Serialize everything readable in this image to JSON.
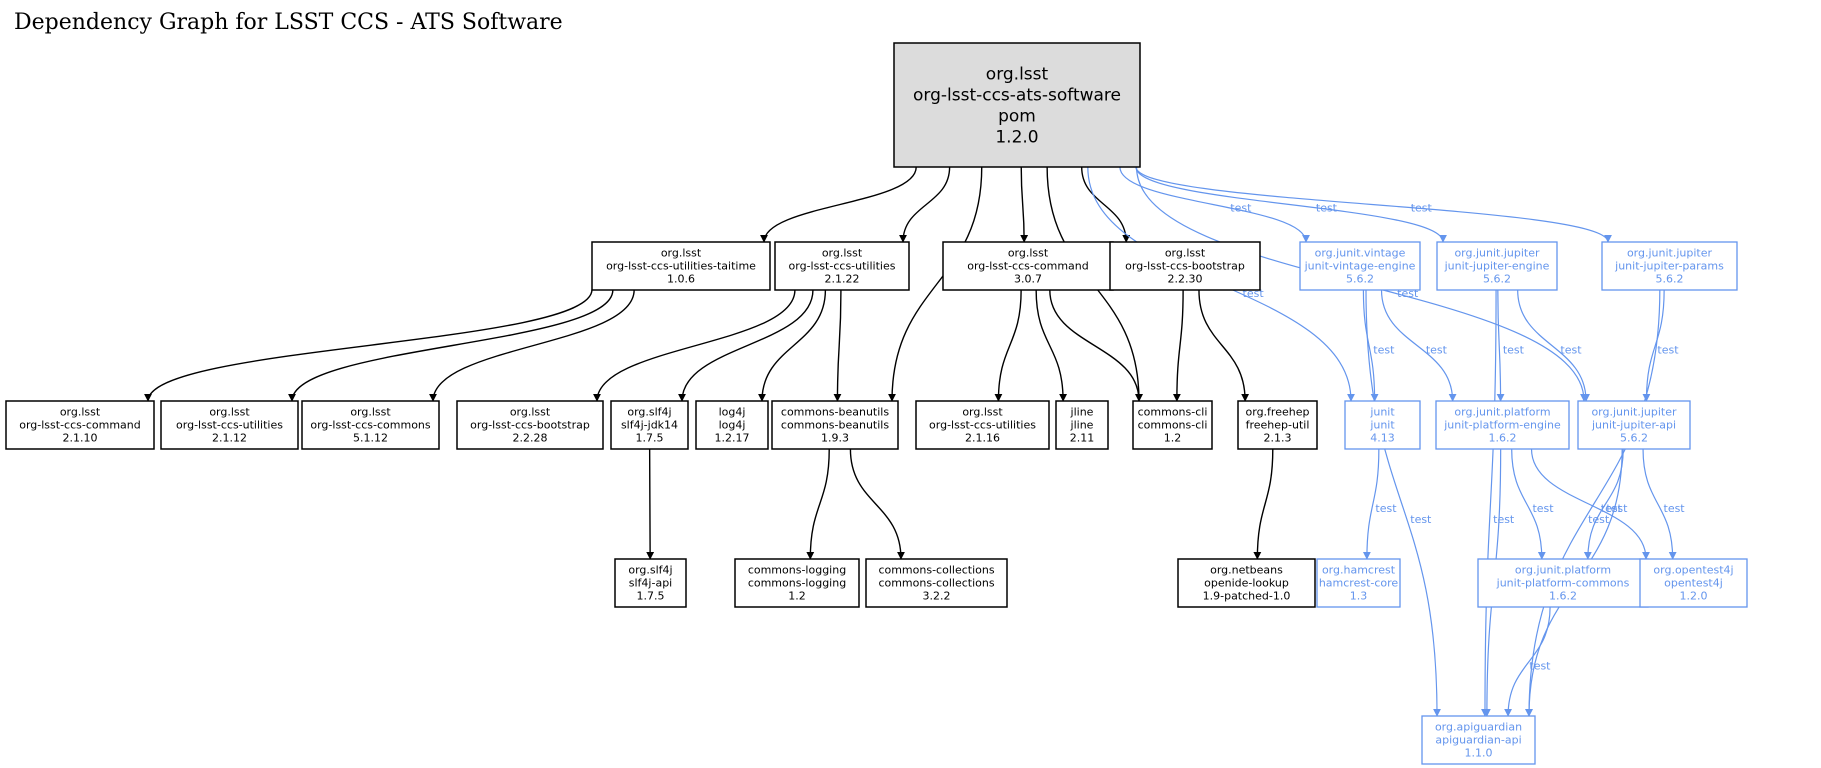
{
  "title": "Dependency Graph for LSST CCS - ATS Software",
  "colors": {
    "compile": "#000000",
    "test": "#6495ed",
    "root_fill": "#dcdcdc"
  },
  "nodes": [
    {
      "id": "root",
      "lines": [
        "org.lsst",
        "org-lsst-ccs-ats-software",
        "pom",
        "1.2.0"
      ],
      "scope": "root"
    },
    {
      "id": "taitime",
      "lines": [
        "org.lsst",
        "org-lsst-ccs-utilities-taitime",
        "1.0.6"
      ],
      "scope": "compile"
    },
    {
      "id": "util2122",
      "lines": [
        "org.lsst",
        "org-lsst-ccs-utilities",
        "2.1.22"
      ],
      "scope": "compile"
    },
    {
      "id": "cmd307",
      "lines": [
        "org.lsst",
        "org-lsst-ccs-command",
        "3.0.7"
      ],
      "scope": "compile"
    },
    {
      "id": "boot2230",
      "lines": [
        "org.lsst",
        "org-lsst-ccs-bootstrap",
        "2.2.30"
      ],
      "scope": "compile"
    },
    {
      "id": "vintage",
      "lines": [
        "org.junit.vintage",
        "junit-vintage-engine",
        "5.6.2"
      ],
      "scope": "test"
    },
    {
      "id": "jupeng",
      "lines": [
        "org.junit.jupiter",
        "junit-jupiter-engine",
        "5.6.2"
      ],
      "scope": "test"
    },
    {
      "id": "jupparams",
      "lines": [
        "org.junit.jupiter",
        "junit-jupiter-params",
        "5.6.2"
      ],
      "scope": "test"
    },
    {
      "id": "cmd2110",
      "lines": [
        "org.lsst",
        "org-lsst-ccs-command",
        "2.1.10"
      ],
      "scope": "compile"
    },
    {
      "id": "util2112",
      "lines": [
        "org.lsst",
        "org-lsst-ccs-utilities",
        "2.1.12"
      ],
      "scope": "compile"
    },
    {
      "id": "commons5112",
      "lines": [
        "org.lsst",
        "org-lsst-ccs-commons",
        "5.1.12"
      ],
      "scope": "compile"
    },
    {
      "id": "boot2228",
      "lines": [
        "org.lsst",
        "org-lsst-ccs-bootstrap",
        "2.2.28"
      ],
      "scope": "compile"
    },
    {
      "id": "jdk14",
      "lines": [
        "org.slf4j",
        "slf4j-jdk14",
        "1.7.5"
      ],
      "scope": "compile"
    },
    {
      "id": "log4j",
      "lines": [
        "log4j",
        "log4j",
        "1.2.17"
      ],
      "scope": "compile"
    },
    {
      "id": "beanutils",
      "lines": [
        "commons-beanutils",
        "commons-beanutils",
        "1.9.3"
      ],
      "scope": "compile"
    },
    {
      "id": "util2116",
      "lines": [
        "org.lsst",
        "org-lsst-ccs-utilities",
        "2.1.16"
      ],
      "scope": "compile"
    },
    {
      "id": "jline",
      "lines": [
        "jline",
        "jline",
        "2.11"
      ],
      "scope": "compile"
    },
    {
      "id": "cli",
      "lines": [
        "commons-cli",
        "commons-cli",
        "1.2"
      ],
      "scope": "compile"
    },
    {
      "id": "freehep",
      "lines": [
        "org.freehep",
        "freehep-util",
        "2.1.3"
      ],
      "scope": "compile"
    },
    {
      "id": "junit",
      "lines": [
        "junit",
        "junit",
        "4.13"
      ],
      "scope": "test"
    },
    {
      "id": "plateng",
      "lines": [
        "org.junit.platform",
        "junit-platform-engine",
        "1.6.2"
      ],
      "scope": "test"
    },
    {
      "id": "jupapi",
      "lines": [
        "org.junit.jupiter",
        "junit-jupiter-api",
        "5.6.2"
      ],
      "scope": "test"
    },
    {
      "id": "slf4japi",
      "lines": [
        "org.slf4j",
        "slf4j-api",
        "1.7.5"
      ],
      "scope": "compile"
    },
    {
      "id": "logging",
      "lines": [
        "commons-logging",
        "commons-logging",
        "1.2"
      ],
      "scope": "compile"
    },
    {
      "id": "collections",
      "lines": [
        "commons-collections",
        "commons-collections",
        "3.2.2"
      ],
      "scope": "compile"
    },
    {
      "id": "openide",
      "lines": [
        "org.netbeans",
        "openide-lookup",
        "1.9-patched-1.0"
      ],
      "scope": "compile"
    },
    {
      "id": "hamcrest",
      "lines": [
        "org.hamcrest",
        "hamcrest-core",
        "1.3"
      ],
      "scope": "test"
    },
    {
      "id": "platcommons",
      "lines": [
        "org.junit.platform",
        "junit-platform-commons",
        "1.6.2"
      ],
      "scope": "test"
    },
    {
      "id": "opentest4j",
      "lines": [
        "org.opentest4j",
        "opentest4j",
        "1.2.0"
      ],
      "scope": "test"
    },
    {
      "id": "apiguardian",
      "lines": [
        "org.apiguardian",
        "apiguardian-api",
        "1.1.0"
      ],
      "scope": "test"
    }
  ],
  "edges": [
    {
      "from": "root",
      "to": "taitime"
    },
    {
      "from": "root",
      "to": "util2122"
    },
    {
      "from": "root",
      "to": "beanutils"
    },
    {
      "from": "root",
      "to": "cmd307"
    },
    {
      "from": "root",
      "to": "cli"
    },
    {
      "from": "root",
      "to": "boot2230"
    },
    {
      "from": "root",
      "to": "junit",
      "label": "test"
    },
    {
      "from": "root",
      "to": "vintage",
      "label": "test"
    },
    {
      "from": "root",
      "to": "jupeng",
      "label": "test"
    },
    {
      "from": "root",
      "to": "jupapi",
      "label": "test"
    },
    {
      "from": "root",
      "to": "jupparams",
      "label": "test"
    },
    {
      "from": "taitime",
      "to": "cmd2110"
    },
    {
      "from": "taitime",
      "to": "util2112"
    },
    {
      "from": "taitime",
      "to": "commons5112"
    },
    {
      "from": "util2122",
      "to": "boot2228"
    },
    {
      "from": "util2122",
      "to": "jdk14"
    },
    {
      "from": "util2122",
      "to": "log4j"
    },
    {
      "from": "util2122",
      "to": "beanutils"
    },
    {
      "from": "cmd307",
      "to": "util2116"
    },
    {
      "from": "cmd307",
      "to": "jline"
    },
    {
      "from": "cmd307",
      "to": "cli"
    },
    {
      "from": "boot2230",
      "to": "cli"
    },
    {
      "from": "boot2230",
      "to": "freehep"
    },
    {
      "from": "jdk14",
      "to": "slf4japi"
    },
    {
      "from": "beanutils",
      "to": "logging"
    },
    {
      "from": "beanutils",
      "to": "collections"
    },
    {
      "from": "freehep",
      "to": "openide"
    },
    {
      "from": "vintage",
      "to": "junit",
      "label": "test"
    },
    {
      "from": "vintage",
      "to": "plateng",
      "label": "test"
    },
    {
      "from": "vintage",
      "to": "apiguardian",
      "label": "test"
    },
    {
      "from": "jupeng",
      "to": "apiguardian",
      "label": "test"
    },
    {
      "from": "jupeng",
      "to": "plateng",
      "label": "test"
    },
    {
      "from": "jupeng",
      "to": "jupapi",
      "label": "test"
    },
    {
      "from": "jupparams",
      "to": "jupapi",
      "label": "test"
    },
    {
      "from": "jupparams",
      "to": "apiguardian",
      "label": "test"
    },
    {
      "from": "junit",
      "to": "hamcrest",
      "label": "test"
    },
    {
      "from": "plateng",
      "to": "apiguardian",
      "label": "test"
    },
    {
      "from": "plateng",
      "to": "platcommons",
      "label": "test"
    },
    {
      "from": "plateng",
      "to": "opentest4j",
      "label": "test"
    },
    {
      "from": "jupapi",
      "to": "platcommons",
      "label": "test"
    },
    {
      "from": "jupapi",
      "to": "opentest4j",
      "label": "test"
    },
    {
      "from": "jupapi",
      "to": "apiguardian",
      "label": "test"
    },
    {
      "from": "platcommons",
      "to": "apiguardian",
      "label": "test"
    }
  ]
}
